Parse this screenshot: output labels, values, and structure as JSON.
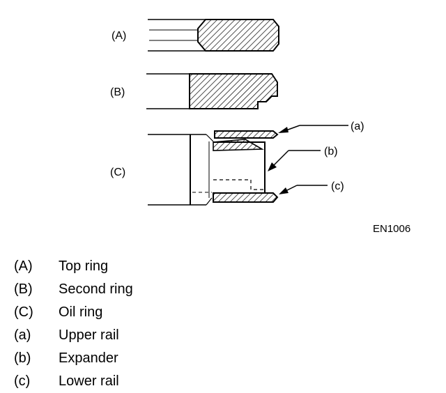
{
  "figure": {
    "label_A": "(A)",
    "label_B": "(B)",
    "label_C": "(C)",
    "label_a": "(a)",
    "label_b": "(b)",
    "label_c": "(c)",
    "code": "EN1006"
  },
  "legend": [
    {
      "key": "(A)",
      "text": "Top ring"
    },
    {
      "key": "(B)",
      "text": "Second ring"
    },
    {
      "key": "(C)",
      "text": "Oil ring"
    },
    {
      "key": "(a)",
      "text": "Upper rail"
    },
    {
      "key": "(b)",
      "text": "Expander"
    },
    {
      "key": "(c)",
      "text": "Lower rail"
    }
  ]
}
